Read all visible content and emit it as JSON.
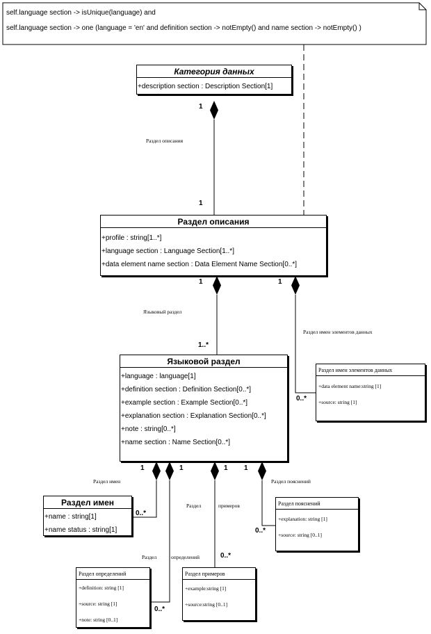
{
  "note": {
    "line1": "self.language section -> isUnique(language) and",
    "line2": "self.language section -> one (language = 'en' and definition section -> notEmpty() and name section -> notEmpty() )"
  },
  "classes": {
    "data_category": {
      "title": "Категория данных",
      "attributes": [
        "+description section : Description Section[1]"
      ]
    },
    "description_section": {
      "title": "Раздел описания",
      "attributes": [
        "+profile : string[1..*]",
        "+language section : Language Section[1..*]",
        "+data element name section : Data Element Name Section[0..*]"
      ]
    },
    "language_section": {
      "title": "Языковой раздел",
      "attributes": [
        "+language : language[1]",
        "+definition section : Definition Section[0..*]",
        "+example section : Example Section[0..*]",
        "+explanation section : Explanation Section[0..*]",
        "+note : string[0..*]",
        "+name section : Name Section[0..*]"
      ]
    },
    "data_element_name_section": {
      "title": "Раздел имен элементов данных",
      "attributes": [
        "+data element name:string [1]",
        "+source: string [1]"
      ]
    },
    "name_section": {
      "title": "Раздел имен",
      "attributes": [
        "+name : string[1]",
        "+name status : string[1]"
      ]
    },
    "explanation_section": {
      "title": "Раздел пояснений",
      "attributes": [
        "+explanation: string [1]",
        "+source: string [0..1]"
      ]
    },
    "definition_section": {
      "title": "Раздел определений",
      "attributes": [
        "+definition: string [1]",
        "+source: string [1]",
        "+note: string [0..1]"
      ]
    },
    "example_section": {
      "title": "Раздел примеров",
      "attributes": [
        "+example:string [1]",
        "+source:string [0..1]"
      ]
    }
  },
  "associations": {
    "description": {
      "role": "Раздел описания",
      "source_mult": "1",
      "target_mult": "1"
    },
    "language": {
      "role": "Языковый раздел",
      "source_mult": "1",
      "target_mult": "1..*"
    },
    "data_element_names": {
      "role": "Раздел имен элементов данных",
      "source_mult": "1",
      "target_mult": "0..*"
    },
    "names": {
      "role": "Раздел имен",
      "source_mult": "1",
      "target_mult": "0..*"
    },
    "definitions": {
      "role_part1": "Раздел",
      "role_part2": "определений",
      "source_mult": "1",
      "target_mult": "0..*"
    },
    "examples": {
      "role_part1": "Раздел",
      "role_part2": "примеров",
      "source_mult": "1",
      "target_mult": "0..*"
    },
    "explanations": {
      "role": "Раздел пояснений",
      "source_mult": "1",
      "target_mult": "0..*"
    }
  }
}
